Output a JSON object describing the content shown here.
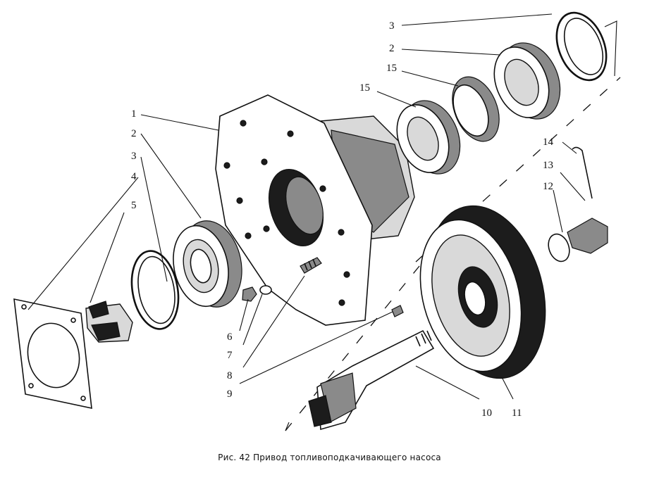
{
  "caption": "Рис. 42 Привод топливоподкачивающего насоса",
  "labels": {
    "l1": "1",
    "l2a": "2",
    "l3a": "3",
    "l4": "4",
    "l5": "5",
    "l6": "6",
    "l7": "7",
    "l8": "8",
    "l9": "9",
    "l10": "10",
    "l11": "11",
    "l12": "12",
    "l13": "13",
    "l14": "14",
    "l15a": "15",
    "l15b": "15",
    "l2b": "2",
    "l3b": "3"
  }
}
